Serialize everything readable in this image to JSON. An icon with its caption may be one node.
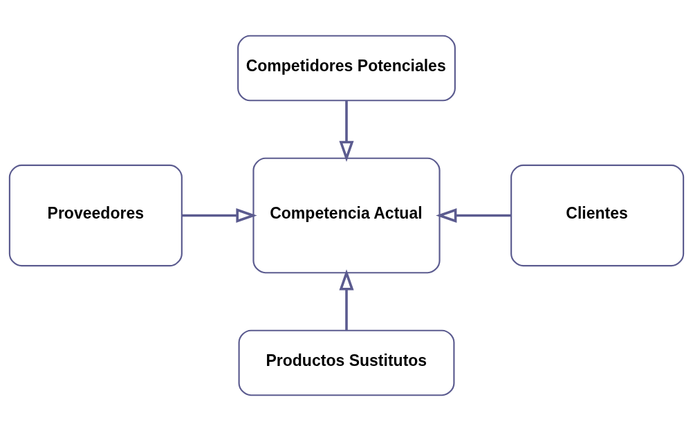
{
  "diagram": {
    "nodes": [
      {
        "text": [
          "Competidores Potenciales"
        ]
      },
      {
        "text": [
          "Proveedores"
        ]
      },
      {
        "text": [
          "Competencia Actual"
        ]
      },
      {
        "text": [
          "Clientes"
        ]
      },
      {
        "text": [
          "Productos Sustitutos"
        ]
      }
    ],
    "edges": [
      {
        "from": 0,
        "to": 2,
        "arrow": "to"
      },
      {
        "from": 1,
        "to": 2,
        "arrow": "to"
      },
      {
        "from": 3,
        "to": 2,
        "arrow": "to"
      },
      {
        "from": 4,
        "to": 2,
        "arrow": "to"
      }
    ]
  }
}
